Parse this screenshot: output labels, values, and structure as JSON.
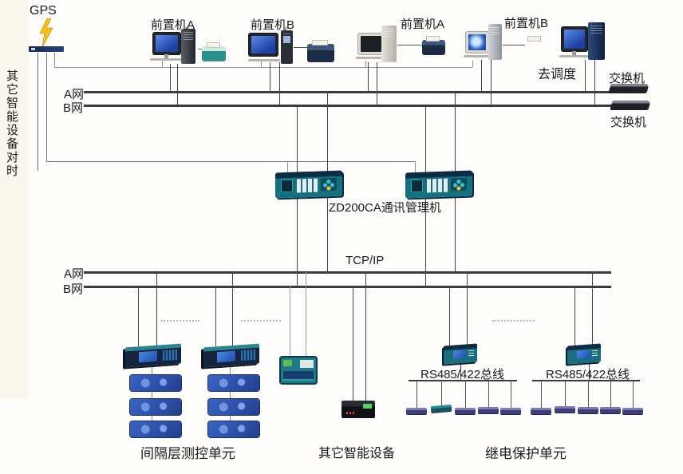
{
  "gps": {
    "label": "GPS"
  },
  "left_note": {
    "text": "其它智能设备对时"
  },
  "frontends": [
    {
      "label": "前置机A"
    },
    {
      "label": "前置机B"
    },
    {
      "label": "前置机A"
    },
    {
      "label": "前置机B"
    }
  ],
  "dispatch": {
    "label": "去调度"
  },
  "switches": {
    "top_label": "交换机",
    "bottom_label": "交换机"
  },
  "top_bus": {
    "a_label": "A网",
    "b_label": "B网"
  },
  "bottom_bus": {
    "a_label": "A网",
    "b_label": "B网",
    "protocol_label": "TCP/IP"
  },
  "comm_manager": {
    "label": "ZD200CA通讯管理机"
  },
  "serial_bus": {
    "left_label": "RS485/422总线",
    "right_label": "RS485/422总线"
  },
  "groups": {
    "bay_label": "间隔层测控单元",
    "other_label": "其它智能设备",
    "relay_label": "继电保护单元"
  },
  "colors": {
    "bus_line": "#3b3b3b",
    "connector": "#555555",
    "device_teal": "#1a6e7c",
    "module_blue": "#3b64c6",
    "relay_navy": "#3c3f77",
    "gps_yellow": "#f2c21d"
  }
}
